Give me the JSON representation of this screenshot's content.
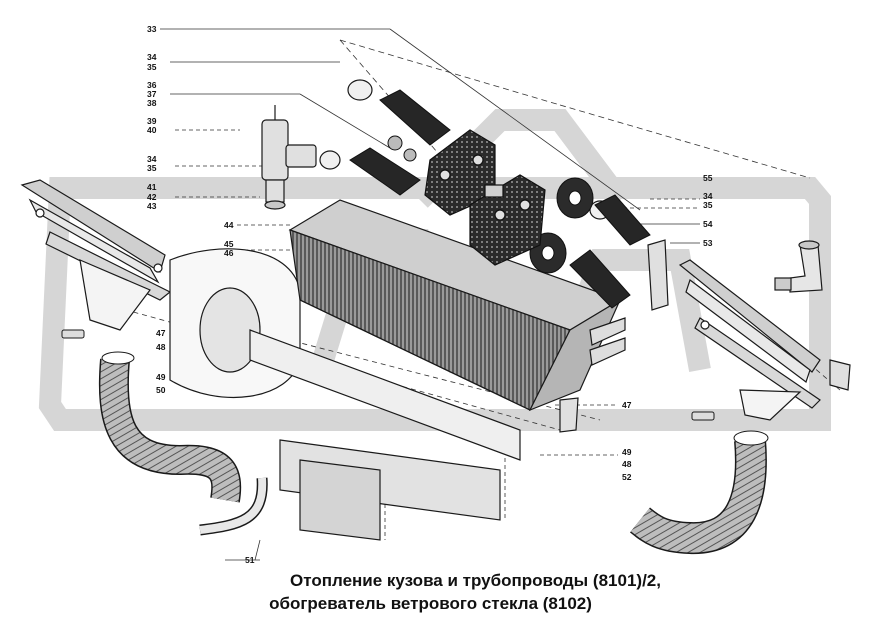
{
  "caption": {
    "line1": "Отопление кузова и трубопроводы (8101)/2,",
    "line2": "обогреватель ветрового стекла (8102)"
  },
  "callouts": {
    "c33": "33",
    "c34a": "34",
    "c35a": "35",
    "c36": "36",
    "c37": "37",
    "c38": "38",
    "c39": "39",
    "c40": "40",
    "c34b": "34",
    "c35b": "35",
    "c41": "41",
    "c42": "42",
    "c43": "43",
    "c44": "44",
    "c45": "45",
    "c46": "46",
    "c47a": "47",
    "c48a": "48",
    "c49a": "49",
    "c50": "50",
    "c51": "51",
    "c55": "55",
    "c34c": "34",
    "c35c": "35",
    "c54": "54",
    "c53": "53",
    "c47b": "47",
    "c49b": "49",
    "c48b": "48",
    "c52": "52"
  },
  "colors": {
    "ink": "#1a1a1a",
    "watermark": "#cfcfcf",
    "metal": "#8a8a8a",
    "dark": "#3a3a3a"
  },
  "icons": {
    "watermark": "gaz-logo-watermark"
  }
}
